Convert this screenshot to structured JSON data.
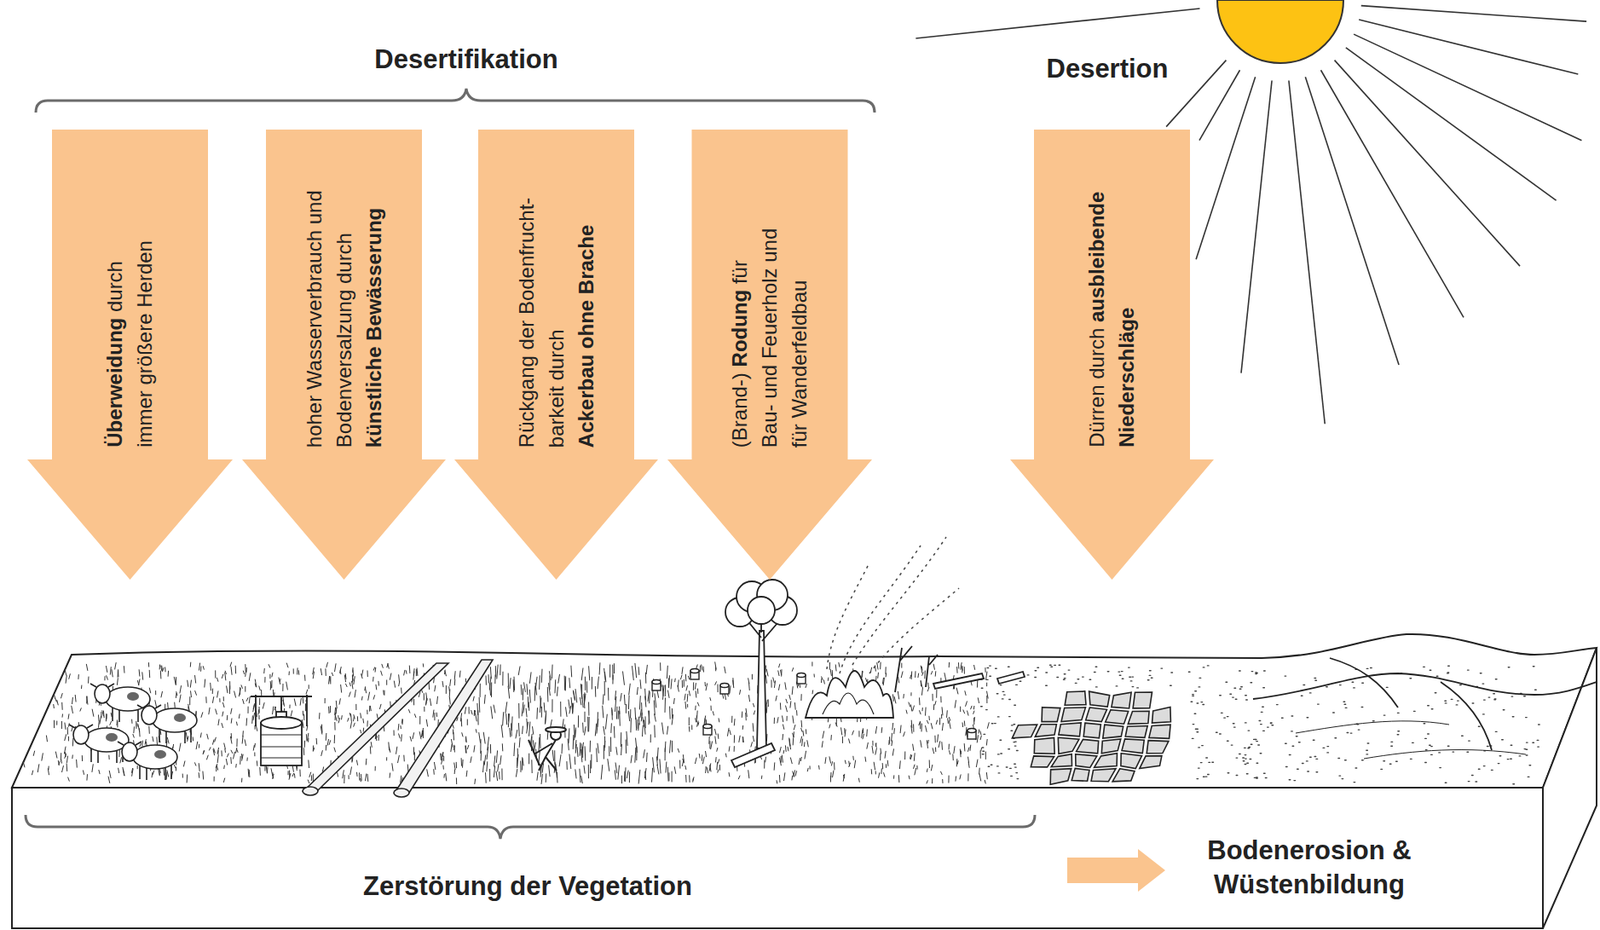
{
  "diagram": {
    "nodes": [
      {
        "text": [
          "Überweidung",
          "durch immer größere Herden"
        ]
      },
      {
        "text": [
          "hoher Wasserverbrauch und Bodenversalzung durch",
          "künstliche Bewässerung"
        ]
      },
      {
        "text": [
          "Rückgang der Bodenfrucht- barkeit durch",
          "Ackerbau ohne Brache"
        ]
      },
      {
        "text": [
          "(Brand-)",
          "Rodung",
          "für Bau- und Feuerholz und für Wanderfeldbau"
        ]
      },
      {
        "text": [
          "Dürren durch",
          "ausbleibende Niederschläge"
        ]
      }
    ],
    "labels": [
      "Desertifikation",
      "Desertion",
      "Zerstörung der Vegetation",
      "Bodenerosion & Wüstenbildung"
    ]
  }
}
